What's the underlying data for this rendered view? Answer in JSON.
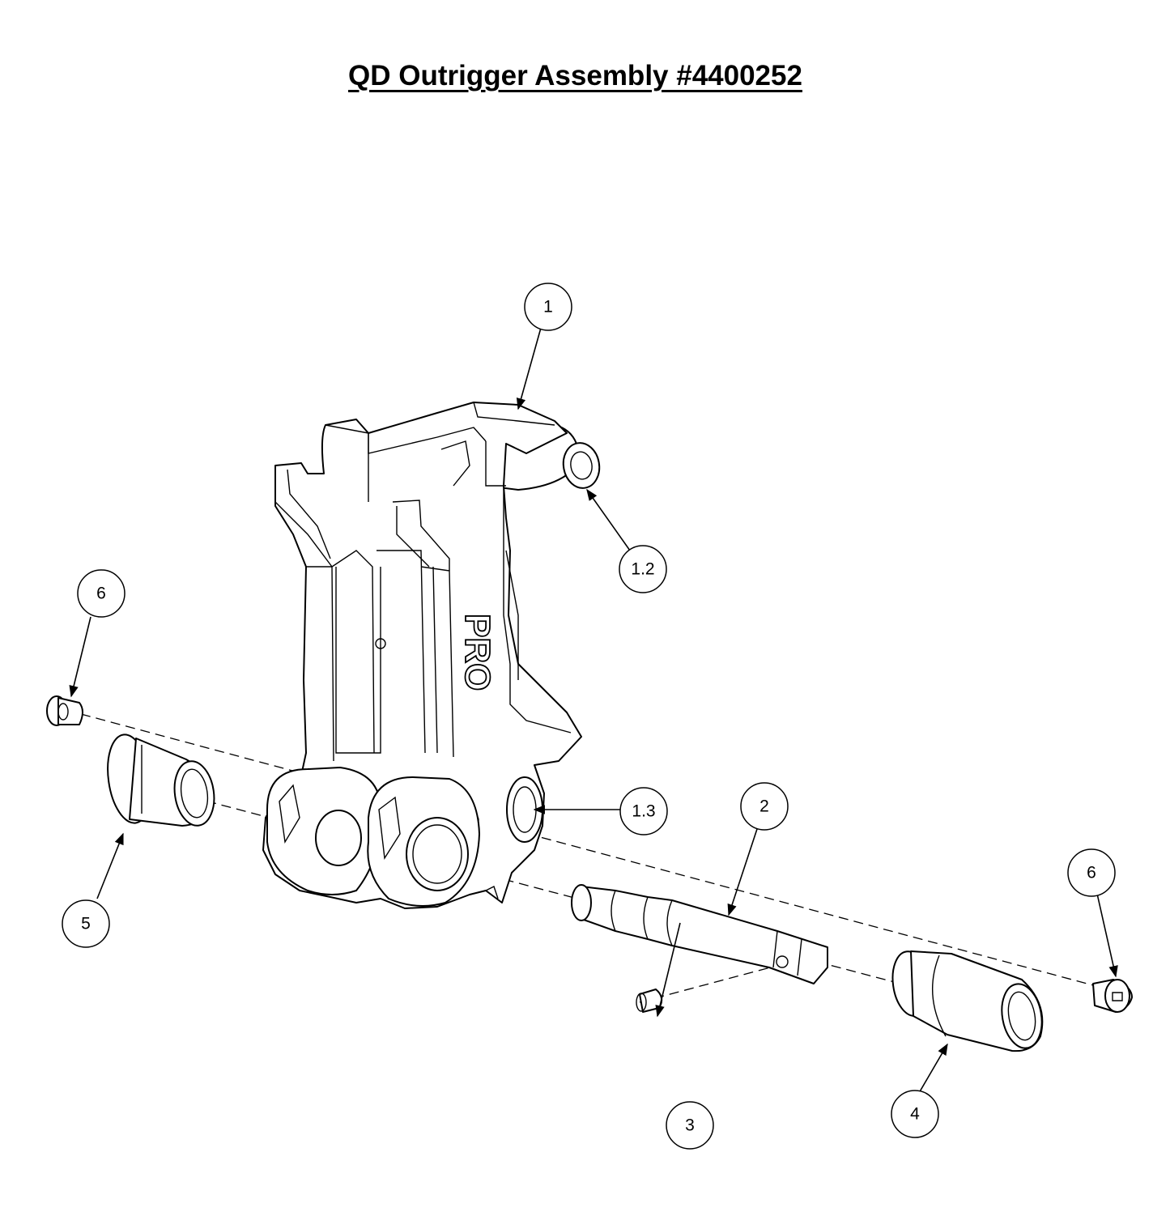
{
  "title": "QD Outrigger Assembly #4400252",
  "embossed_text": "PRO",
  "balloons": [
    {
      "id": "b1",
      "label": "1"
    },
    {
      "id": "b12",
      "label": "1.2"
    },
    {
      "id": "b13",
      "label": "1.3"
    },
    {
      "id": "b2",
      "label": "2"
    },
    {
      "id": "b3",
      "label": "3"
    },
    {
      "id": "b4",
      "label": "4"
    },
    {
      "id": "b5",
      "label": "5"
    },
    {
      "id": "b6l",
      "label": "6"
    },
    {
      "id": "b6r",
      "label": "6"
    }
  ]
}
